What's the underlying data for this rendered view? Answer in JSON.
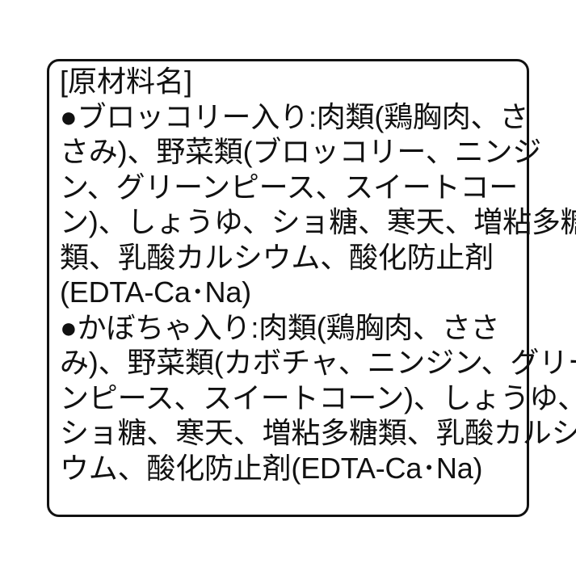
{
  "label": {
    "heading": "[原材料名]",
    "sections": [
      {
        "bullet": "●",
        "product_variant": "ブロッコリー入り",
        "ingredients_full": "肉類(鶏胸肉、ささみ)、野菜類(ブロッコリー、ニンジン、グリーンピース、スイートコーン)、しょうゆ、ショ糖、寒天、増粘多糖類、乳酸カルシウム、酸化防止剤(EDTA-Ca･Na)"
      },
      {
        "bullet": "●",
        "product_variant": "かぼちゃ入り",
        "ingredients_full": "肉類(鶏胸肉、ささみ)、野菜類(カボチャ、ニンジン、グリーンピース、スイートコーン)、しょうゆ、ショ糖、寒天、増粘多糖類、乳酸カルシウム、酸化防止剤(EDTA-Ca･Na)"
      }
    ],
    "rendered_lines": [
      "[原材料名]",
      "●ブロッコリー入り:肉類(鶏胸肉、さ",
      "さみ)、野菜類(ブロッコリー、ニンジ",
      "ン、グリーンピース、スイートコー",
      "ン)、しょうゆ、ショ糖、寒天、増粘多糖",
      "類、乳酸カルシウム、酸化防止剤",
      "(EDTA-Ca･Na)",
      "●かぼちゃ入り:肉類(鶏胸肉、ささ",
      "み)、野菜類(カボチャ、ニンジン、グリー",
      "ンピース、スイートコーン)、しょうゆ、",
      "ショ糖、寒天、増粘多糖類、乳酸カルシ",
      "ウム、酸化防止剤(EDTA-Ca･Na)"
    ]
  },
  "colors": {
    "text": "#111111",
    "border": "#111111",
    "background": "#ffffff"
  }
}
